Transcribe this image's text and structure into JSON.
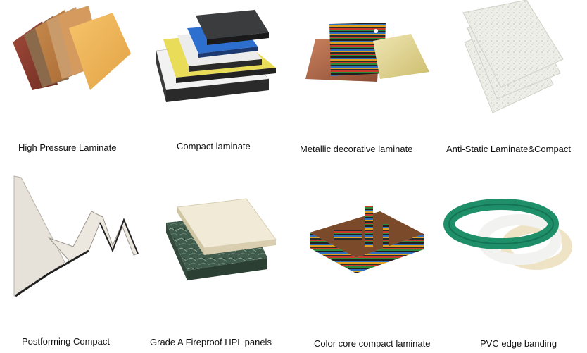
{
  "products": [
    {
      "label": "High Pressure Laminate"
    },
    {
      "label": "Compact laminate"
    },
    {
      "label": "Metallic decorative laminate"
    },
    {
      "label": "Anti-Static Laminate&Compact"
    },
    {
      "label": "Postforming Compact"
    },
    {
      "label": "Grade A Fireproof HPL panels"
    },
    {
      "label": "Color core compact laminate"
    },
    {
      "label": "PVC edge banding"
    }
  ]
}
